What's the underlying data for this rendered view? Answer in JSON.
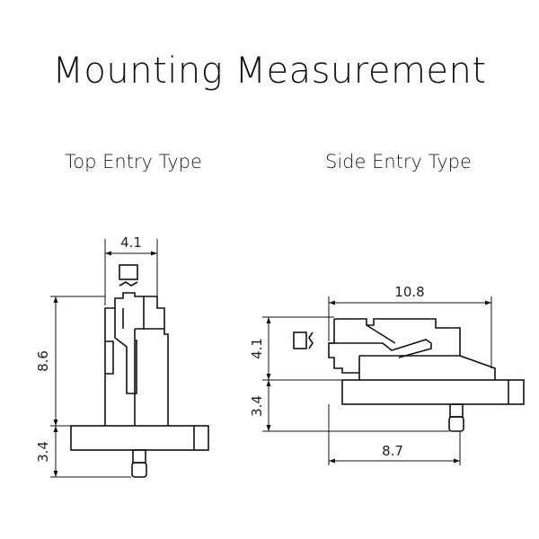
{
  "title": "Mounting Measurement",
  "top_entry": {
    "label": "Top Entry Type",
    "dim_width": "4.1",
    "dim_height_body": "8.6",
    "dim_height_base": "3.4"
  },
  "side_entry": {
    "label": "Side Entry Type",
    "dim_length_top": "10.8",
    "dim_height_body": "4.1",
    "dim_height_base": "3.4",
    "dim_length_bottom": "8.7"
  }
}
